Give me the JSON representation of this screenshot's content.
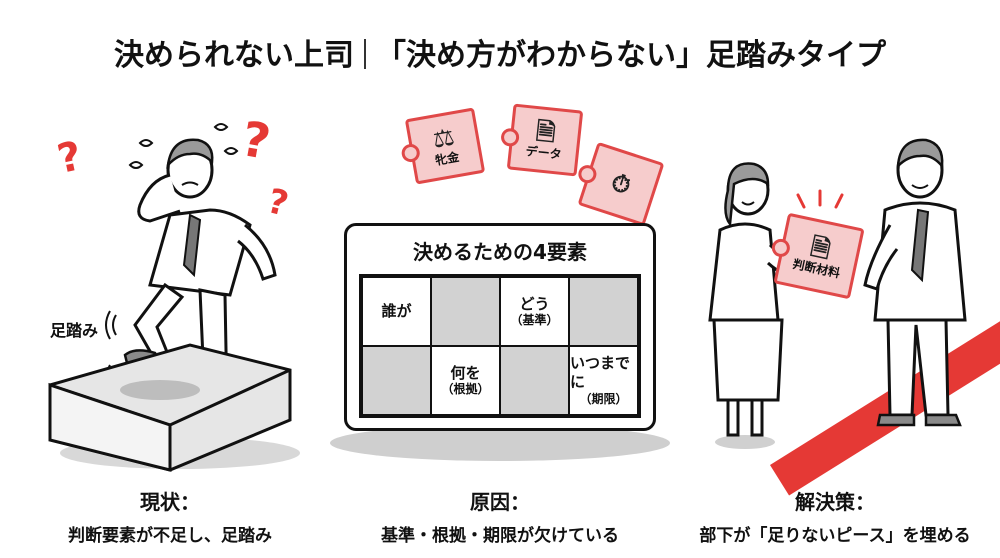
{
  "title": {
    "left": "決められない上司",
    "right": "「決め方がわからない」足踏みタイプ"
  },
  "left_scene": {
    "label": "足踏み",
    "question_marks": [
      "?",
      "?",
      "?"
    ],
    "description": "Worried businessman scratching head, stepping on a stone block"
  },
  "middle_scene": {
    "floating_pieces": [
      {
        "icon": "scales-icon",
        "label": "牝金"
      },
      {
        "icon": "document-icon",
        "label": "データ"
      },
      {
        "icon": "stopwatch-icon",
        "label": ""
      }
    ],
    "board": {
      "title": "決めるための4要素",
      "cells": [
        {
          "main": "誰が",
          "sub": "",
          "fill": "white"
        },
        {
          "main": "",
          "sub": "",
          "fill": "gray"
        },
        {
          "main": "どう",
          "sub": "（基準）",
          "fill": "white"
        },
        {
          "main": "",
          "sub": "",
          "fill": "gray"
        },
        {
          "main": "",
          "sub": "",
          "fill": "gray"
        },
        {
          "main": "何を",
          "sub": "（根拠）",
          "fill": "white"
        },
        {
          "main": "",
          "sub": "",
          "fill": "gray"
        },
        {
          "main": "いつまでに",
          "sub": "（期限）",
          "fill": "white"
        }
      ]
    }
  },
  "right_scene": {
    "piece_label": "判断材料",
    "piece_icon": "document-icon",
    "description": "Subordinate hands a puzzle piece to boss on red carpet"
  },
  "captions": [
    {
      "head": "現状：",
      "body": "判断要素が不足し、足踏み"
    },
    {
      "head": "原因：",
      "body": "基準・根拠・期限が欠けている"
    },
    {
      "head": "解決策：",
      "body": "部下が「足りないピース」を埋める"
    }
  ],
  "colors": {
    "accent_red": "#e53935",
    "piece_fill": "#f6cccc",
    "piece_border": "#e04848",
    "gray_cell": "#d2d2d2"
  }
}
